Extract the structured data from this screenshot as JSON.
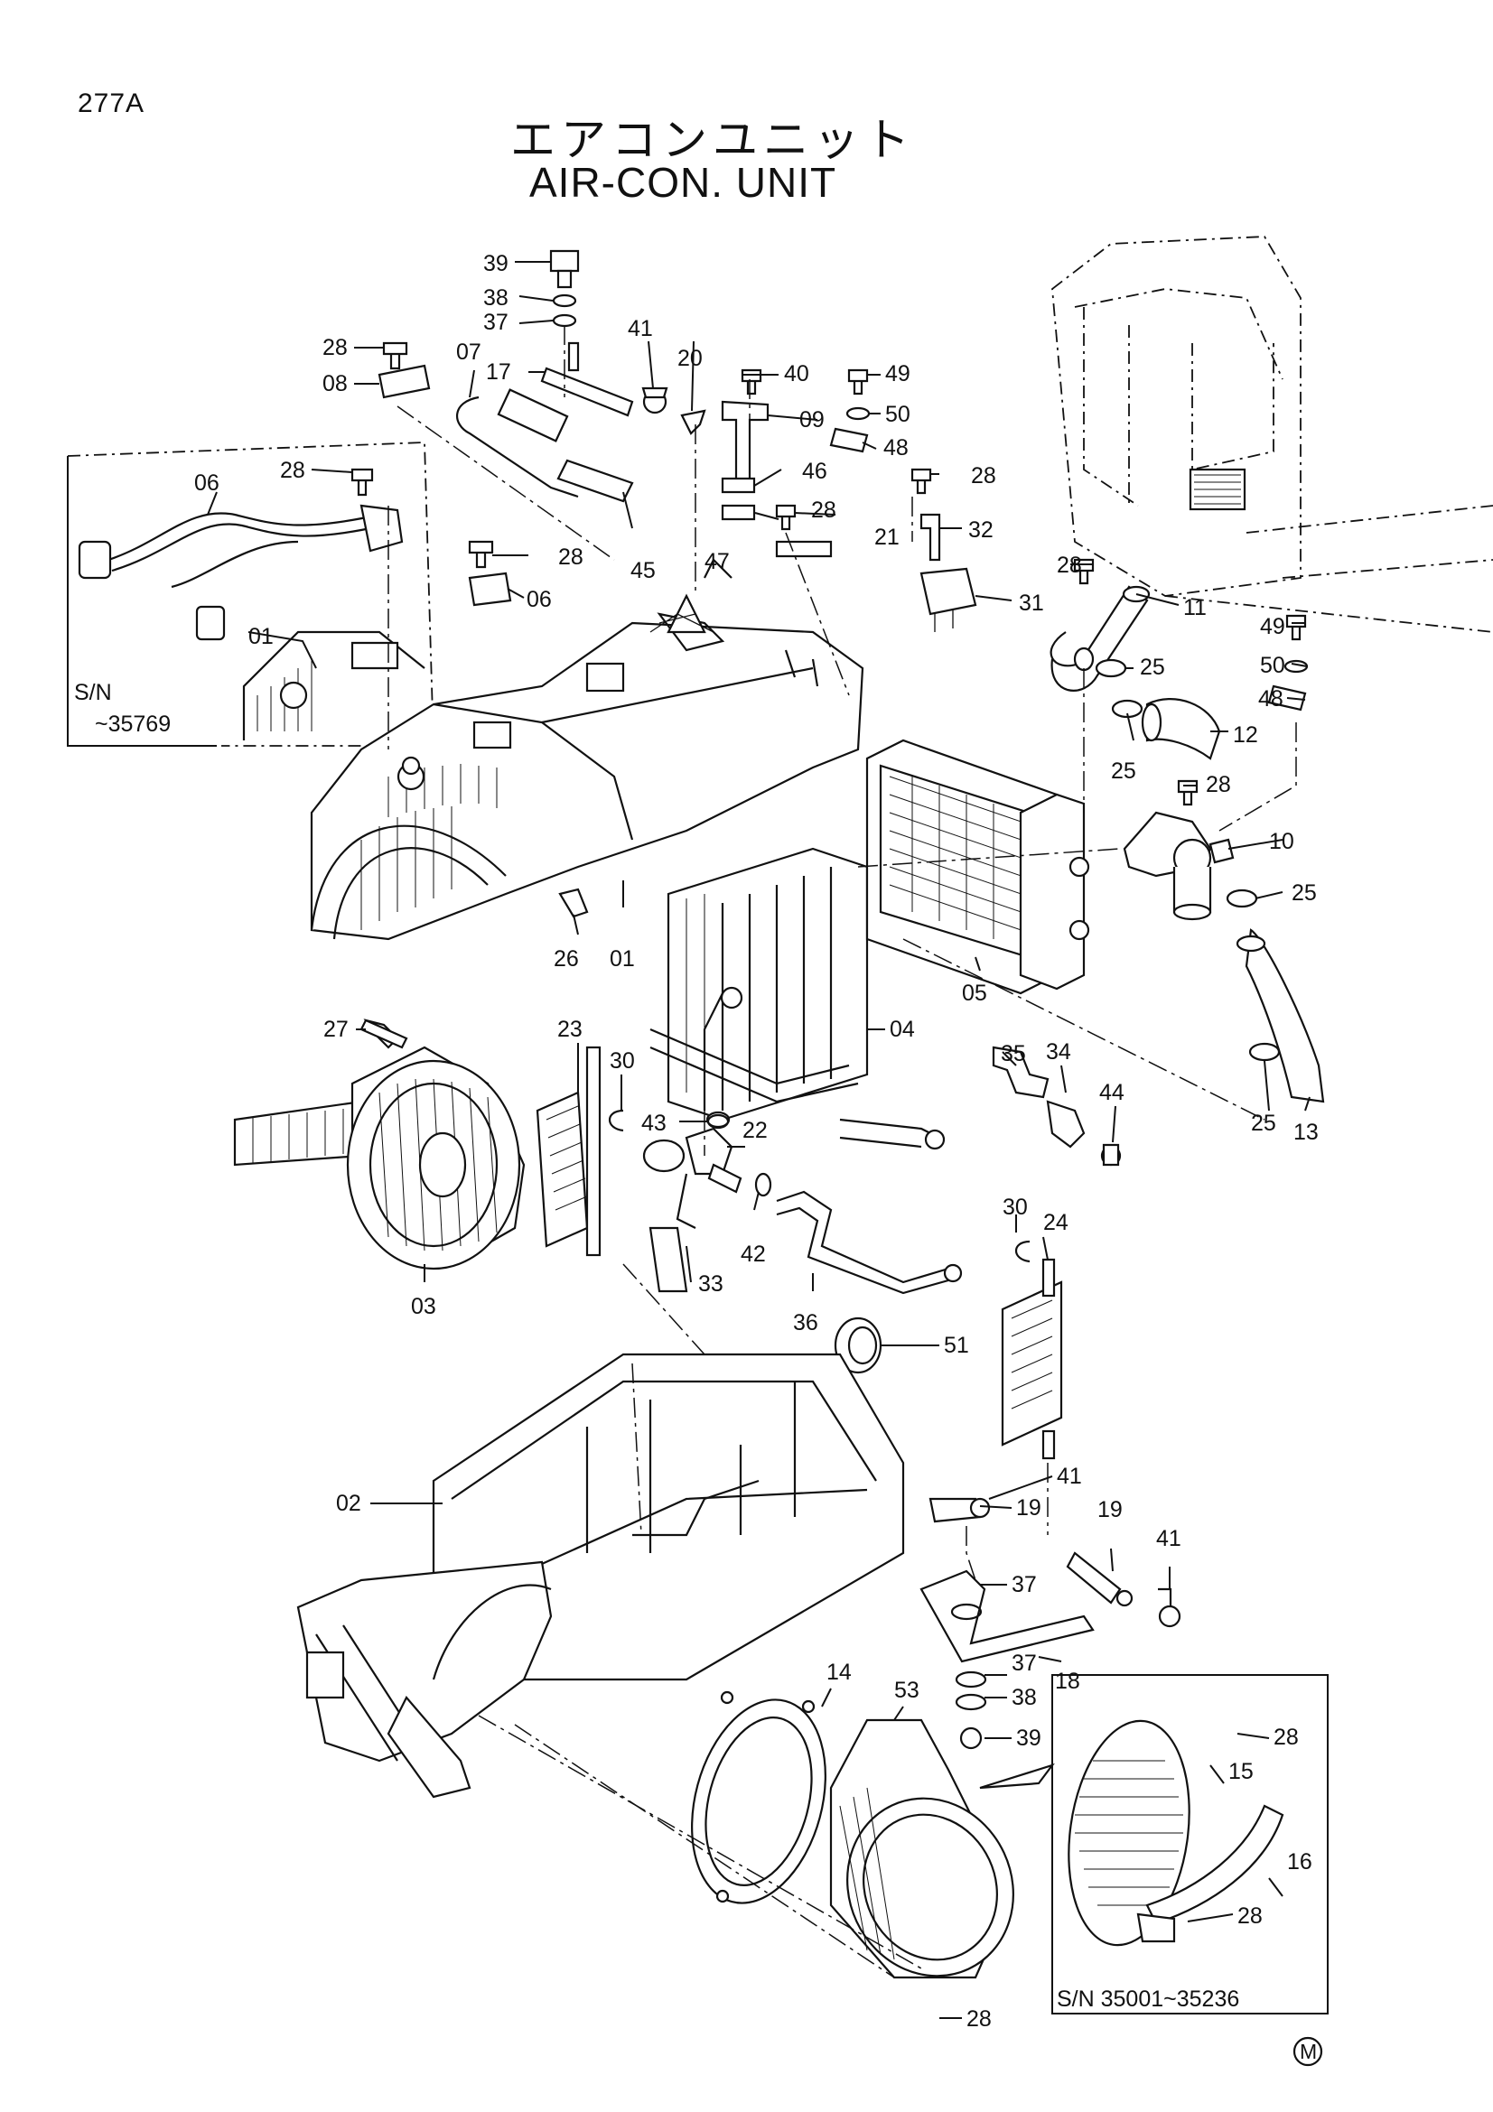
{
  "page_number": "277A",
  "title_jp": "エアコンユニット",
  "title_en": "AIR-CON. UNIT",
  "inset_upper": {
    "sn_label": "S/N",
    "sn_range": "~35769"
  },
  "inset_lower": {
    "sn_text": "S/N  35001~35236"
  },
  "mark": "M",
  "callouts": {
    "c39a": "39",
    "c38a": "38",
    "c37a": "37",
    "c28a": "28",
    "c08": "08",
    "c07": "07",
    "c17": "17",
    "c41a": "41",
    "c20": "20",
    "c40": "40",
    "c09": "09",
    "c49a": "49",
    "c50a": "50",
    "c48a": "48",
    "c06a": "06",
    "c28b": "28",
    "c46": "46",
    "c28c": "28",
    "c47": "47",
    "c21": "21",
    "c28d": "28",
    "c32": "32",
    "c45": "45",
    "c28e": "28",
    "c06b": "06",
    "c01a": "01",
    "c28f": "28",
    "c11": "11",
    "c31": "31",
    "c49b": "49",
    "c50b": "50",
    "c48b": "48",
    "c25a": "25",
    "c12": "12",
    "c25b": "25",
    "c28g": "28",
    "c10": "10",
    "c25c": "25",
    "c26": "26",
    "c01b": "01",
    "c05": "05",
    "c27": "27",
    "c23": "23",
    "c30a": "30",
    "c04": "04",
    "c35": "35",
    "c34": "34",
    "c44": "44",
    "c25d": "25",
    "c13": "13",
    "c43": "43",
    "c22": "22",
    "c42": "42",
    "c33": "33",
    "c03": "03",
    "c30b": "30",
    "c24": "24",
    "c36": "36",
    "c51": "51",
    "c41b": "41",
    "c02": "02",
    "c19a": "19",
    "c19b": "19",
    "c41c": "41",
    "c37b": "37",
    "c18": "18",
    "c37c": "37",
    "c38b": "38",
    "c14": "14",
    "c53": "53",
    "c39b": "39",
    "c28h": "28",
    "c15": "15",
    "c16": "16",
    "c28i": "28",
    "c28j": "28"
  }
}
